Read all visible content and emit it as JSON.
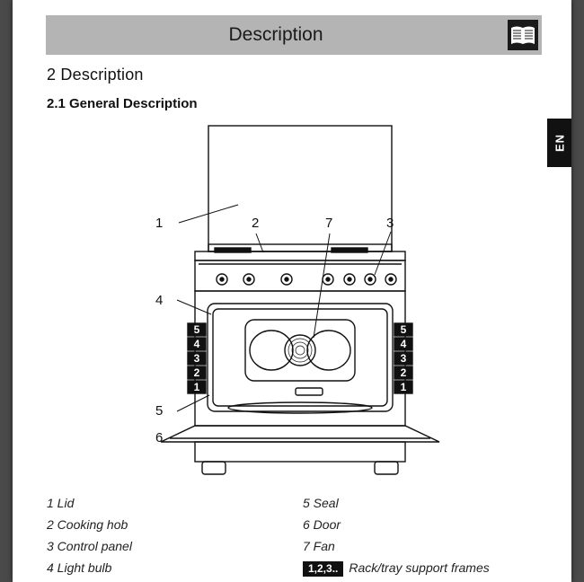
{
  "header": {
    "title": "Description"
  },
  "section": {
    "heading": "2 Description",
    "subheading": "2.1 General Description"
  },
  "side_tab": {
    "label": "EN"
  },
  "callouts": {
    "c1": "1",
    "c2": "2",
    "c3": "3",
    "c4": "4",
    "c5": "5",
    "c6": "6",
    "c7": "7"
  },
  "rack_levels": [
    "5",
    "4",
    "3",
    "2",
    "1"
  ],
  "legend": {
    "left": [
      "1 Lid",
      "2 Cooking hob",
      "3 Control panel",
      "4 Light bulb"
    ],
    "right": [
      "5 Seal",
      "6 Door",
      "7 Fan"
    ],
    "rack_badge": "1,2,3..",
    "rack_label": "Rack/tray support frames"
  },
  "colors": {
    "header_bg": "#b4b4b4",
    "ink": "#111111",
    "paper": "#ffffff"
  },
  "icons": {
    "header_icon": "open-book-icon"
  }
}
